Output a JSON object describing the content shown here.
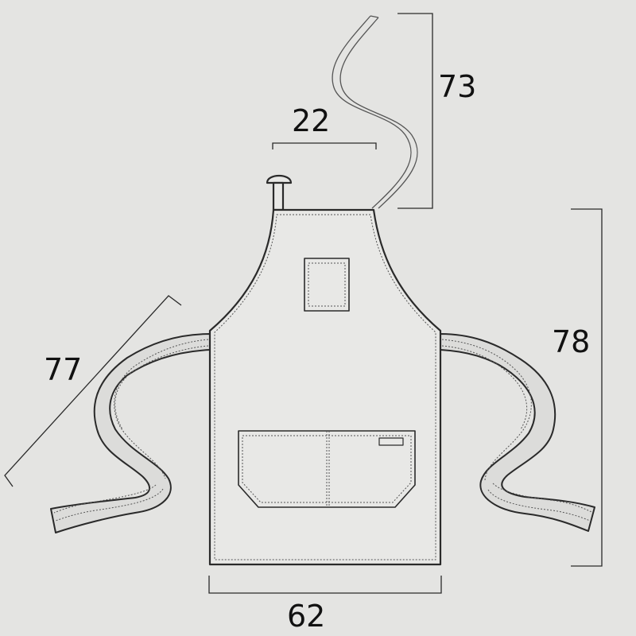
{
  "dimensions": {
    "neck_strap_length": "73",
    "neck_width": "22",
    "waist_tie_length": "77",
    "apron_height": "78",
    "apron_width": "62"
  },
  "colors": {
    "background": "#e4e4e2",
    "line": "#2a2a2a"
  }
}
